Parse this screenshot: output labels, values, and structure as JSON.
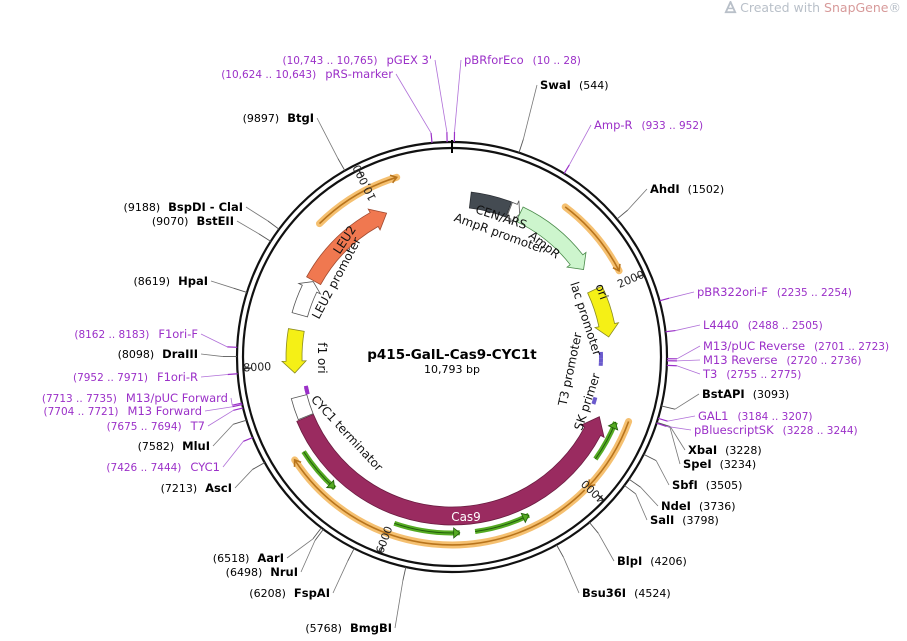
{
  "watermark": {
    "prefix": "Created with ",
    "brand": "SnapGene",
    "mark": "®"
  },
  "plasmid": {
    "name": "p415-GalL-Cas9-CYC1t",
    "length": "10,793 bp",
    "total_bp": 10793
  },
  "colors": {
    "enzyme_label": "#000000",
    "feature_label": "#9b30c8",
    "ruler": "#333333",
    "orange_ring": "#f5c070",
    "green_orf": "#55aa22",
    "cas9": "#9a2b60",
    "leu2": "#f07850",
    "ampr": "#cdf5cd",
    "ori": "#f5f016",
    "f1ori": "#f5f016",
    "cen_ars": "#444b52"
  },
  "ruler_ticks": [
    {
      "bp": 2000,
      "label": "2000"
    },
    {
      "bp": 4000,
      "label": "4000"
    },
    {
      "bp": 6000,
      "label": "6000"
    },
    {
      "bp": 8000,
      "label": "8000"
    },
    {
      "bp": 10000,
      "label": "10,000"
    }
  ],
  "enzymes": [
    {
      "name": "SwaI",
      "pos": "(544)",
      "bp": 544
    },
    {
      "name": "AhdI",
      "pos": "(1502)",
      "bp": 1502
    },
    {
      "name": "BstAPI",
      "pos": "(3093)",
      "bp": 3093
    },
    {
      "name": "XbaI",
      "pos": "(3228)",
      "bp": 3228
    },
    {
      "name": "SpeI",
      "pos": "(3234)",
      "bp": 3234
    },
    {
      "name": "SbfI",
      "pos": "(3505)",
      "bp": 3505
    },
    {
      "name": "NdeI",
      "pos": "(3736)",
      "bp": 3736
    },
    {
      "name": "SalI",
      "pos": "(3798)",
      "bp": 3798
    },
    {
      "name": "BlpI",
      "pos": "(4206)",
      "bp": 4206
    },
    {
      "name": "Bsu36I",
      "pos": "(4524)",
      "bp": 4524
    },
    {
      "name": "BmgBI",
      "pos": "(5768)",
      "bp": 5768
    },
    {
      "name": "FspAI",
      "pos": "(6208)",
      "bp": 6208
    },
    {
      "name": "NruI",
      "pos": "(6498)",
      "bp": 6498
    },
    {
      "name": "AarI",
      "pos": "(6518)",
      "bp": 6518
    },
    {
      "name": "AscI",
      "pos": "(7213)",
      "bp": 7213
    },
    {
      "name": "MluI",
      "pos": "(7582)",
      "bp": 7582
    },
    {
      "name": "DraIII",
      "pos": "(8098)",
      "bp": 8098
    },
    {
      "name": "HpaI",
      "pos": "(8619)",
      "bp": 8619
    },
    {
      "name": "BstEII",
      "pos": "(9070)",
      "bp": 9070
    },
    {
      "name": "BspDI - ClaI",
      "pos": "(9188)",
      "bp": 9188
    },
    {
      "name": "BtgI",
      "pos": "(9897)",
      "bp": 9897
    }
  ],
  "primer_labels": [
    {
      "name": "pBRforEco",
      "range": "(10 .. 28)",
      "bp": 19
    },
    {
      "name": "pGEX 3'",
      "range": "(10,743 .. 10,765)",
      "bp": 10754
    },
    {
      "name": "pRS-marker",
      "range": "(10,624 .. 10,643)",
      "bp": 10633
    },
    {
      "name": "Amp-R",
      "range": "(933 .. 952)",
      "bp": 942
    },
    {
      "name": "pBR322ori-F",
      "range": "(2235 .. 2254)",
      "bp": 2244
    },
    {
      "name": "L4440",
      "range": "(2488 .. 2505)",
      "bp": 2496
    },
    {
      "name": "M13/pUC Reverse",
      "range": "(2701 .. 2723)",
      "bp": 2712
    },
    {
      "name": "M13 Reverse",
      "range": "(2720 .. 2736)",
      "bp": 2728
    },
    {
      "name": "T3",
      "range": "(2755 .. 2775)",
      "bp": 2765
    },
    {
      "name": "GAL1",
      "range": "(3184 .. 3207)",
      "bp": 3195
    },
    {
      "name": "pBluescriptSK",
      "range": "(3228 .. 3244)",
      "bp": 3236
    },
    {
      "name": "F1ori-F",
      "range": "(8162 .. 8183)",
      "bp": 8172
    },
    {
      "name": "F1ori-R",
      "range": "(7952 .. 7971)",
      "bp": 7961
    },
    {
      "name": "M13/pUC Forward",
      "range": "(7713 .. 7735)",
      "bp": 7724
    },
    {
      "name": "M13 Forward",
      "range": "(7704 .. 7721)",
      "bp": 7712
    },
    {
      "name": "T7",
      "range": "(7675 .. 7694)",
      "bp": 7684
    },
    {
      "name": "CYC1",
      "range": "(7426 .. 7444)",
      "bp": 7435
    }
  ],
  "features": [
    {
      "name": "CEN/ARS"
    },
    {
      "name": "AmpR promoter"
    },
    {
      "name": "AmpR"
    },
    {
      "name": "ori"
    },
    {
      "name": "lac promoter"
    },
    {
      "name": "T3 promoter"
    },
    {
      "name": "SK primer"
    },
    {
      "name": "Cas9"
    },
    {
      "name": "CYC1 terminator"
    },
    {
      "name": "f1 ori"
    },
    {
      "name": "LEU2"
    },
    {
      "name": "LEU2 promoter"
    }
  ]
}
